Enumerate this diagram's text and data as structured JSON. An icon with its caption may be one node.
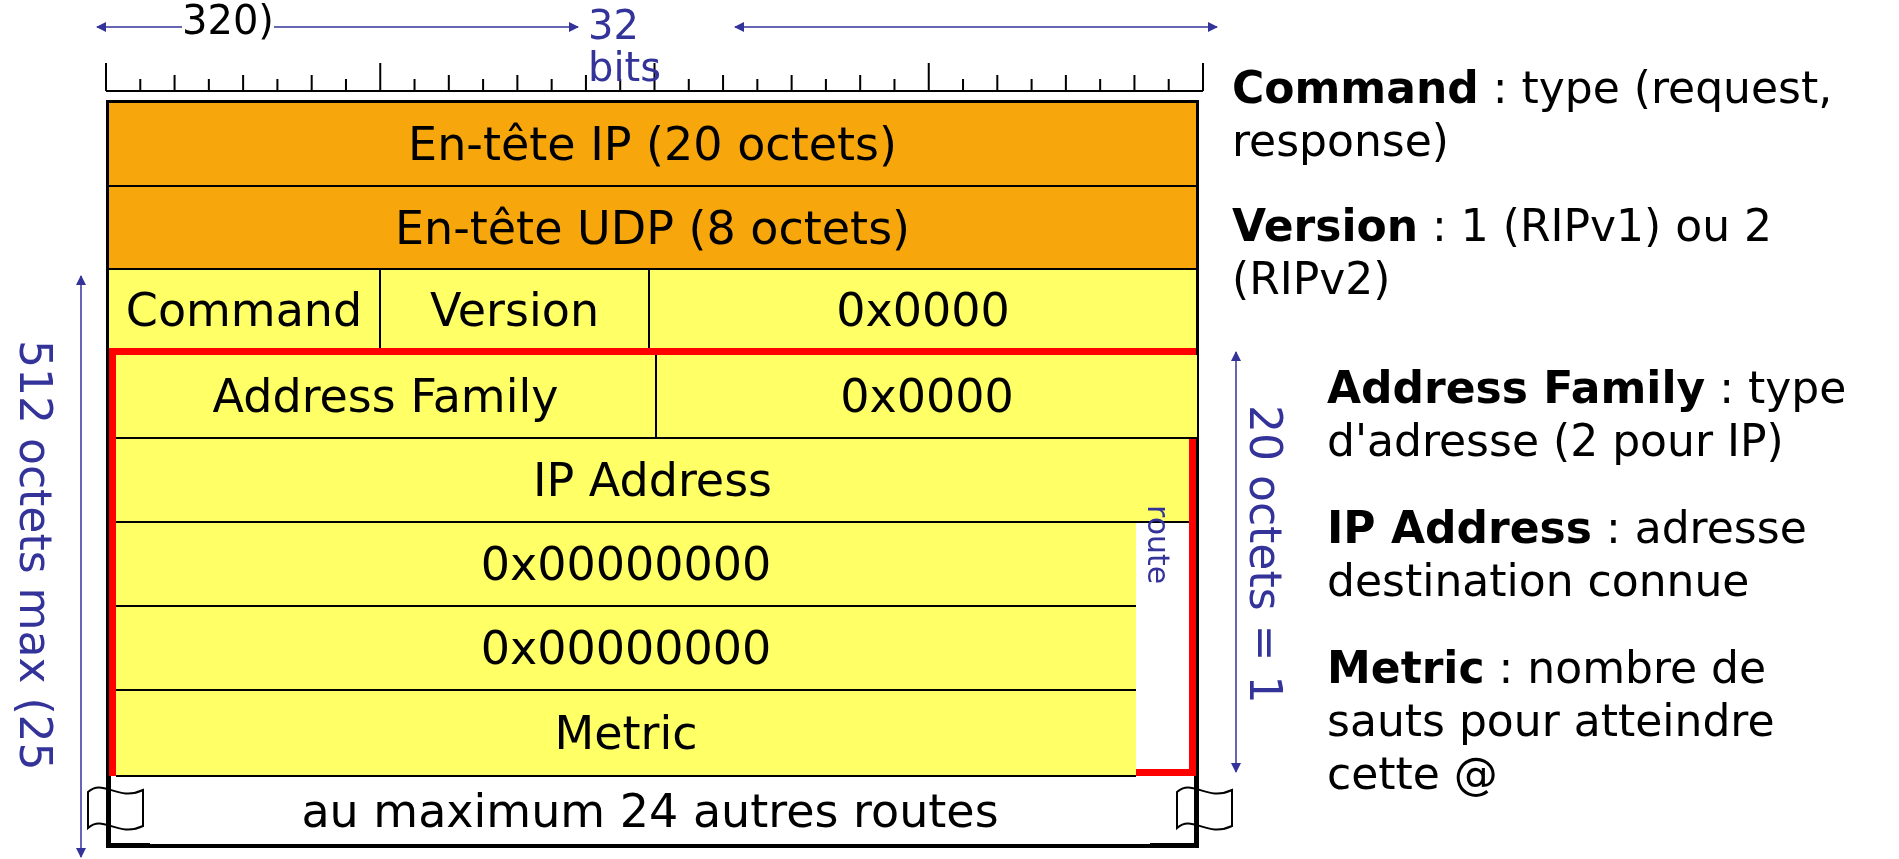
{
  "diagram": {
    "nodes": [
      {
        "text": [
          "En-tête IP (20 octets)"
        ]
      },
      {
        "text": [
          "En-tête UDP (8 octets)"
        ]
      },
      {
        "text": [
          "Command"
        ]
      },
      {
        "text": [
          "Version"
        ]
      },
      {
        "text": [
          "0x0000"
        ]
      },
      {
        "text": [],
        "shape": "box"
      },
      {
        "text": [
          "Address Family"
        ],
        "in": 5
      },
      {
        "text": [
          "0x0000"
        ],
        "in": 5
      },
      {
        "text": [
          "IP Address"
        ],
        "in": 5
      },
      {
        "text": [
          "0x00000000"
        ],
        "in": 5
      },
      {
        "text": [
          "0x00000000"
        ],
        "in": 5
      },
      {
        "text": [
          "Metric"
        ],
        "in": 5
      },
      {
        "text": [
          "au maximum 24 autres routes"
        ]
      }
    ],
    "edges": [],
    "labels": [
      "320)",
      "32 bits",
      "**Command** : type (request, response)",
      "**Version** : 1 (RIPv1) ou 2 (RIPv2)",
      "512 octets max (25",
      "**Address Family** : type d'adresse (2 pour IP)",
      "20 octets = 1",
      "route",
      "**IP Address** : adresse destination connue",
      "**Metric** : nombre de sauts pour atteindre cette @"
    ]
  }
}
